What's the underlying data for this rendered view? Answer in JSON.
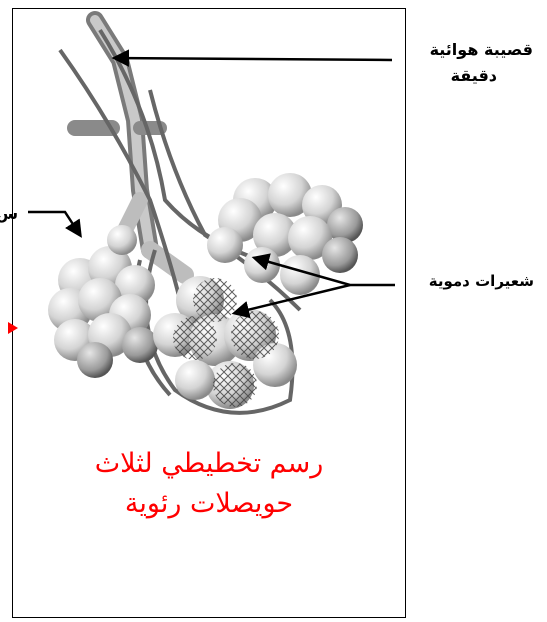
{
  "labels": {
    "bronchiole_line1": "قصيبة هوائية",
    "bronchiole_line2": "دقيقة",
    "capillaries": "شعيرات دموية",
    "left_cut": "س"
  },
  "caption": {
    "line1": "رسم تخطيطي لثلاث",
    "line2": "حويصلات رئوية",
    "color": "#ff0000"
  },
  "colors": {
    "alveoli": "#d9d9d9",
    "vessels": "#6b6b6b",
    "arrows": "#000000",
    "marker": "#ff0000"
  }
}
